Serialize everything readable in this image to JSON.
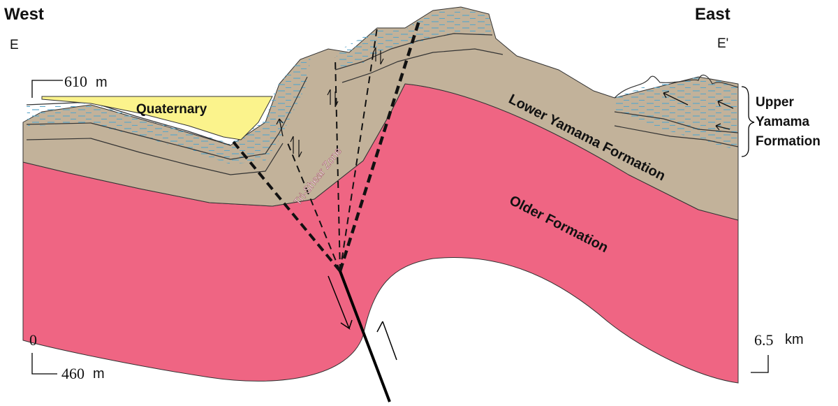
{
  "header": {
    "west": "West",
    "east": "East",
    "section_start": "E",
    "section_end": "E'"
  },
  "scale": {
    "top_elevation_value": "610",
    "top_elevation_unit": "m",
    "origin": "0",
    "bottom_elevation_value": "460",
    "bottom_elevation_unit": "m",
    "distance_value": "6.5",
    "distance_unit": "km"
  },
  "units": {
    "quaternary": "Quaternary",
    "lower_yamama": "Lower Yamama Formation",
    "older": "Older Formation",
    "upper_yamama_line1": "Upper",
    "upper_yamama_line2": "Yamama",
    "upper_yamama_line3": "Formation",
    "trishear": "Tri-Shear Zone"
  },
  "colors": {
    "quaternary": "#fbf38c",
    "lower_yamama": "#c2b29a",
    "older": "#ef6583",
    "water_dash": "#5aa6c9",
    "upper_band": "#cfd8d4"
  }
}
